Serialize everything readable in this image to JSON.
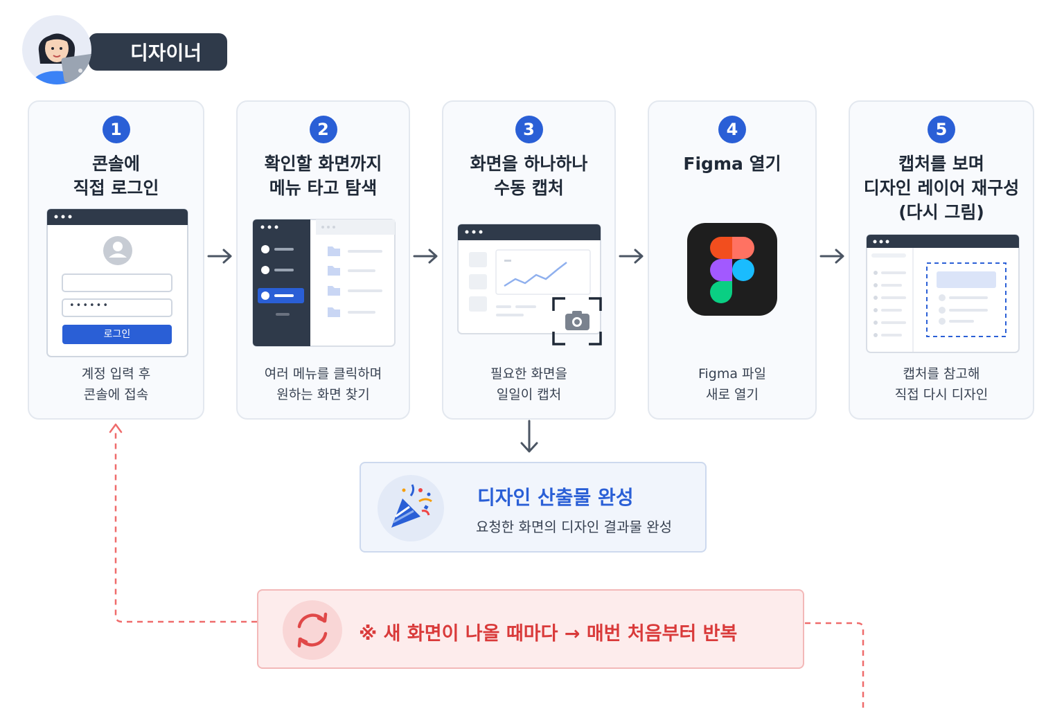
{
  "actor": {
    "label": "디자이너"
  },
  "steps": [
    {
      "number": "1",
      "title": "콘솔에\n직접 로그인",
      "desc": "계정 입력 후\n콘솔에 접속"
    },
    {
      "number": "2",
      "title": "확인할 화면까지\n메뉴 타고 탐색",
      "desc": "여러 메뉴를 클릭하며\n원하는 화면 찾기"
    },
    {
      "number": "3",
      "title": "화면을 하나하나\n수동 캡처",
      "desc": "필요한 화면을\n일일이 캡처"
    },
    {
      "number": "4",
      "title": "Figma 열기",
      "desc": "Figma 파일\n새로 열기"
    },
    {
      "number": "5",
      "title": "캡처를 보며\n디자인 레이어 재구성\n(다시 그림)",
      "desc": "캡처를 참고해\n직접 다시 디자인"
    }
  ],
  "login_mock": {
    "password_mask": "••••••",
    "button_label": "로그인"
  },
  "result": {
    "title": "디자인 산출물 완성",
    "subtitle": "요청한 화면의 디자인 결과물 완성"
  },
  "warning": {
    "text": "※ 새 화면이 나올 때마다 → 매번 처음부터 반복"
  },
  "colors": {
    "accent": "#2a5fd6",
    "warning": "#d93a3a",
    "dark": "#2f3a4a"
  }
}
